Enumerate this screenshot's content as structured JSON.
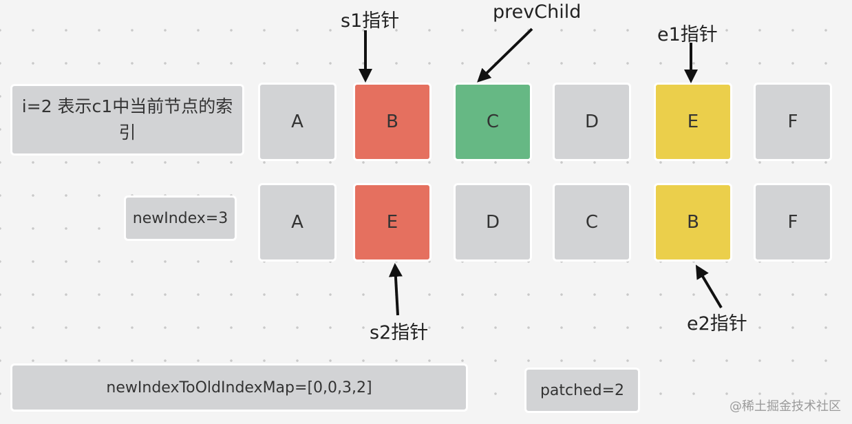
{
  "index_label": "i=2 表示c1中当前节点的索引",
  "new_index_label": "newIndex=3",
  "map_label": "newIndexToOldIndexMap=[0,0,3,2]",
  "patched_label": "patched=2",
  "pointers": {
    "s1": "s1指针",
    "prev_child": "prevChild",
    "e1": "e1指针",
    "s2": "s2指针",
    "e2": "e2指针"
  },
  "old_row": [
    {
      "label": "A",
      "state": "normal"
    },
    {
      "label": "B",
      "state": "red"
    },
    {
      "label": "C",
      "state": "green"
    },
    {
      "label": "D",
      "state": "normal"
    },
    {
      "label": "E",
      "state": "yellow"
    },
    {
      "label": "F",
      "state": "normal"
    }
  ],
  "new_row": [
    {
      "label": "A",
      "state": "normal"
    },
    {
      "label": "E",
      "state": "red"
    },
    {
      "label": "D",
      "state": "normal"
    },
    {
      "label": "C",
      "state": "normal"
    },
    {
      "label": "B",
      "state": "yellow"
    },
    {
      "label": "F",
      "state": "normal"
    }
  ],
  "colors": {
    "normal": "#d2d3d5",
    "red": "#e5705f",
    "green": "#66b884",
    "yellow": "#ebcf4b"
  },
  "watermark": "@稀土掘金技术社区"
}
